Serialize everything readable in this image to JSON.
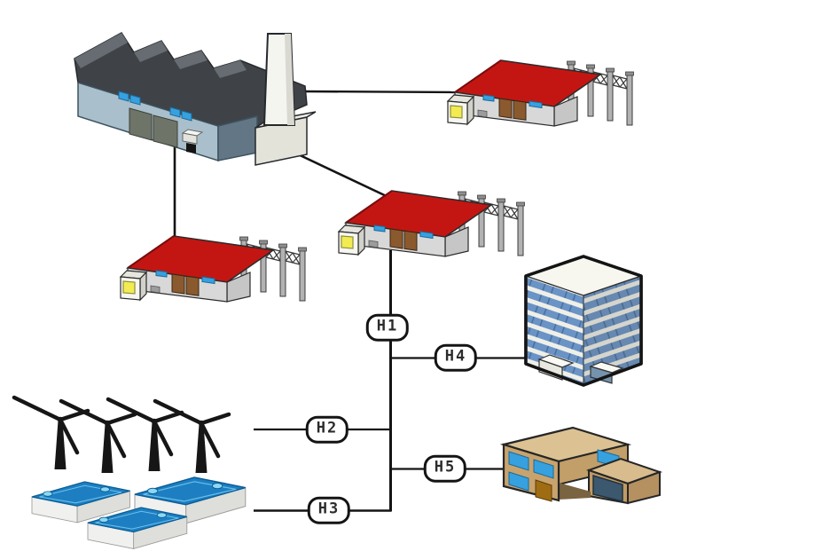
{
  "diagram": {
    "type": "energy-network-diagram",
    "background": "#ffffff",
    "links": [
      {
        "id": "h1",
        "label": "H1",
        "connects": [
          "substation-mid",
          "main-bus"
        ]
      },
      {
        "id": "h2",
        "label": "H2",
        "connects": [
          "wind-farm",
          "main-bus"
        ]
      },
      {
        "id": "h3",
        "label": "H3",
        "connects": [
          "battery-storage",
          "main-bus"
        ]
      },
      {
        "id": "h4",
        "label": "H4",
        "connects": [
          "main-bus",
          "office-building"
        ]
      },
      {
        "id": "h5",
        "label": "H5",
        "connects": [
          "main-bus",
          "commercial-building"
        ]
      }
    ],
    "nodes": [
      {
        "id": "power-plant",
        "icon": "factory-power-plant-icon"
      },
      {
        "id": "substation-right",
        "icon": "substation-icon"
      },
      {
        "id": "substation-mid",
        "icon": "substation-icon"
      },
      {
        "id": "substation-left",
        "icon": "substation-icon"
      },
      {
        "id": "office-building",
        "icon": "office-tower-icon"
      },
      {
        "id": "commercial-building",
        "icon": "low-rise-building-icon"
      },
      {
        "id": "wind-farm",
        "icon": "wind-turbine-icon",
        "unit_count": 4
      },
      {
        "id": "battery-storage",
        "icon": "battery-icon",
        "unit_count": 3
      }
    ]
  },
  "colors": {
    "line_black": "#141414",
    "roof_red": "#c31613",
    "substation_wall": "#d8d8d8",
    "window_blue": "#36a1de",
    "door_brown": "#8a5a2e",
    "signal_yellow": "#f2ec52",
    "factory_wall": "#a9bfcb",
    "factory_roof": "#3f4347",
    "chimney_white": "#f5f5f0",
    "gantry_gray": "#b2b2b2",
    "office_band_blue": "#6a93c6",
    "office_white": "#efefe8",
    "tan_front": "#c8a36d",
    "tan_top": "#dcc293",
    "garage_navy": "#3b586e",
    "battery_blue": "#1d7fc2",
    "battery_body": "#f0f0ee",
    "turbine_black": "#161616"
  }
}
